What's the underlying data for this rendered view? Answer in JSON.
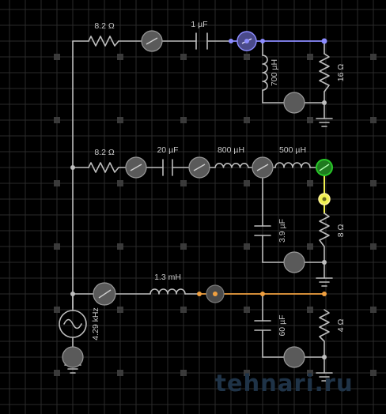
{
  "colors": {
    "background": "#000000",
    "grid": "#2a2a2a",
    "wire": "#bdbdbd",
    "label": "#c8c8c8",
    "selected_net": "#8c8cff",
    "hover_net": "#f0f050",
    "highlight_net": "#f0a040",
    "probe_green": "#28c828",
    "watermark": "#1f3347"
  },
  "components": {
    "r1": "8.2 Ω",
    "c1": "1 µF",
    "l1": "700 µH",
    "r2": "16 Ω",
    "r3": "8.2 Ω",
    "c2": "20 µF",
    "l2": "800 µH",
    "l3": "500 µH",
    "c3": "3.9 µF",
    "r4": "8 Ω",
    "l4": "1.3 mH",
    "c4": "60 µF",
    "r5": "4 Ω",
    "source": "4.29 kHz"
  },
  "watermark": "tehnari.ru"
}
